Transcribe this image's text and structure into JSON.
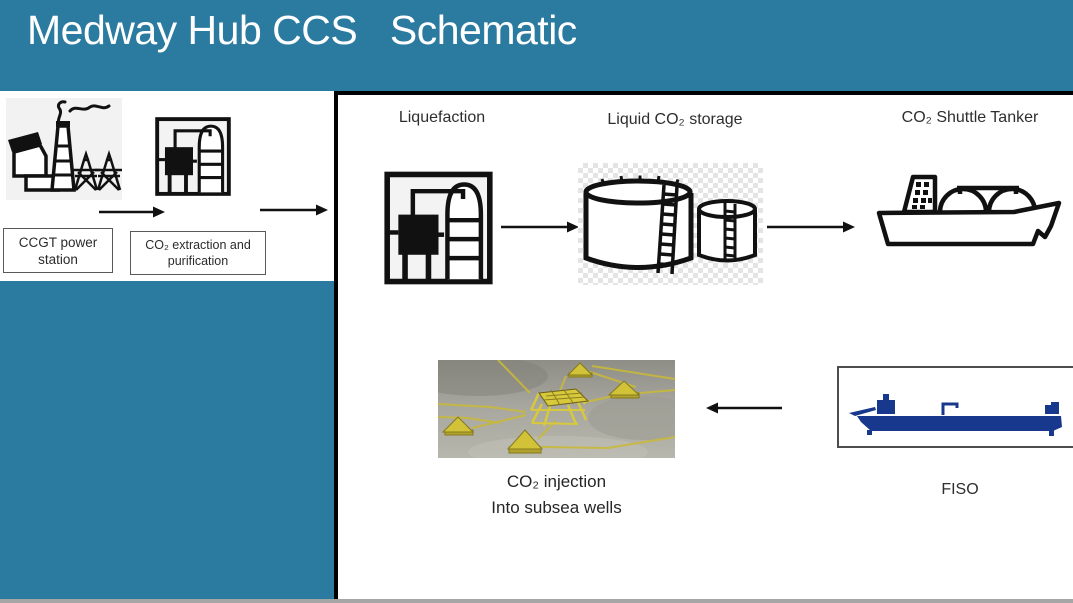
{
  "header": {
    "title": "Medway Hub CCS   Schematic"
  },
  "capture_section": {
    "power_station_label": "CCGT power station",
    "extraction_label": "CO₂ extraction and purification"
  },
  "process_flow": {
    "liquefaction_label": "Liquefaction",
    "storage_label": "Liquid CO₂ storage",
    "shuttle_tanker_label": "CO₂ Shuttle Tanker",
    "injection_label_line1": "CO₂ injection",
    "injection_label_line2": "Into subsea wells",
    "fiso_label": "FISO"
  },
  "icons": {
    "power_station": "power-station-icon",
    "extraction_plant": "process-plant-icon",
    "liquefaction_plant": "process-plant-icon",
    "storage_tanks": "co2-storage-tanks-icon",
    "shuttle_tanker": "shuttle-tanker-ship-icon",
    "fiso_vessel": "fiso-tanker-silhouette-icon",
    "subsea_wells": "subsea-wells-photo",
    "arrows": "flow-arrow-icon"
  },
  "colors": {
    "teal_background": "#2b7aa0",
    "panel_border": "#000000",
    "label_box_border": "#595959",
    "label_text": "#2b2b2b",
    "icon_stroke": "#111111",
    "fiso_navy": "#17388c",
    "subsea_yellow": "#d2c238",
    "bottom_strip_gray": "#a6a6a6"
  }
}
